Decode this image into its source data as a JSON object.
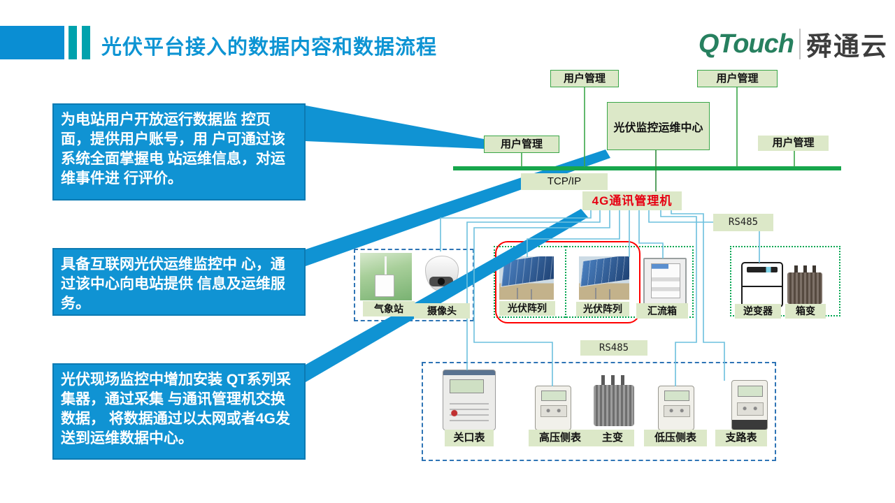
{
  "slide": {
    "title": "光伏平台接入的数据内容和数据流程",
    "logo": {
      "brand": "QTouch",
      "suffix": "舜通云"
    }
  },
  "callouts": [
    {
      "text": "为电站用户开放运行数据监 控页面，提供用户账号，用 户可通过该系统全面掌握电 站运维信息，对运维事件进 行评价。"
    },
    {
      "text": "具备互联网光伏运维监控中 心，通过该中心向电站提供 信息及运维服务。"
    },
    {
      "text": "光伏现场监控中增加安装  QT系列采集器，通过采集 与通讯管理机交换数据， 将数据通过以太网或者4G发送到运维数据中心。"
    }
  ],
  "diagram": {
    "user_nodes": [
      {
        "label": "用户管理"
      },
      {
        "label": "用户管理"
      },
      {
        "label": "用户管理"
      },
      {
        "label": "用户管理"
      }
    ],
    "center_node": {
      "label": "光伏监控运维中心"
    },
    "bus_label": "TCP/IP",
    "gateway_label": "4G通讯管理机",
    "rs485_labels": [
      {
        "label": "RS485"
      },
      {
        "label": "RS485"
      }
    ],
    "devices": [
      {
        "label": "气象站"
      },
      {
        "label": "摄像头"
      },
      {
        "label": "光伏阵列"
      },
      {
        "label": "光伏阵列"
      },
      {
        "label": "汇流箱"
      },
      {
        "label": "逆变器"
      },
      {
        "label": "箱变"
      }
    ],
    "meters": [
      {
        "label": "关口表"
      },
      {
        "label": "高压侧表"
      },
      {
        "label": "主变"
      },
      {
        "label": "低压侧表"
      },
      {
        "label": "支路表"
      }
    ]
  },
  "colors": {
    "accent_blue": "#1093d3",
    "title_blue": "#0d94d3",
    "teal_bar": "#00a2ad",
    "brand_green": "#27805f",
    "bus_green": "#17a64c",
    "node_fill": "#dce8c8",
    "node_border": "#3aa648",
    "gateway_text_red": "#e60012",
    "connector_blue": "#6cc0de",
    "group_dashed_blue": "#2e74b5",
    "group_dotted_green": "#00a651",
    "highlight_red": "#ff0000"
  }
}
